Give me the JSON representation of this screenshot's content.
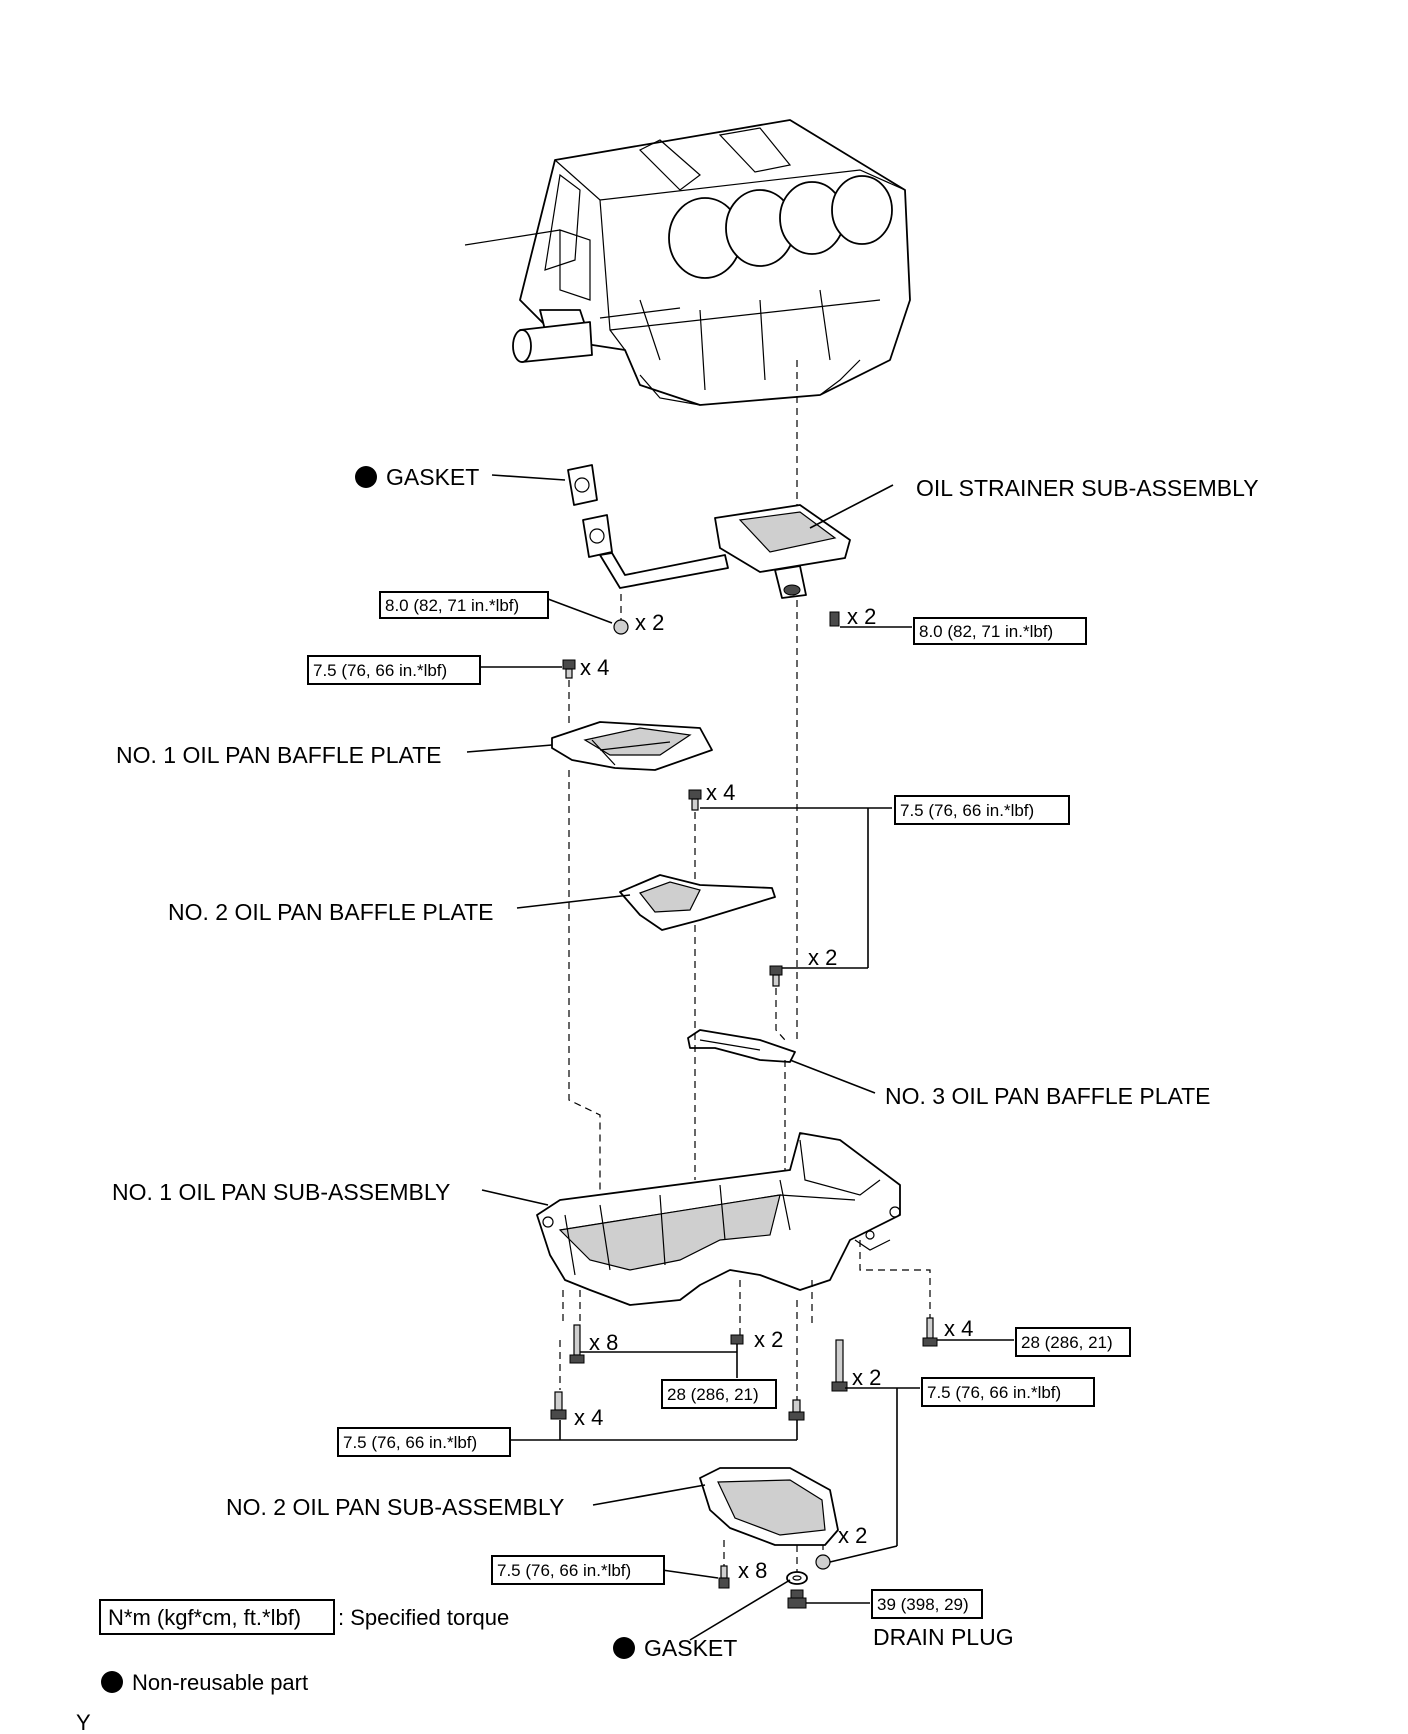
{
  "labels": {
    "gasket_top": "GASKET",
    "oil_strainer": "OIL STRAINER SUB-ASSEMBLY",
    "baffle1": "NO. 1 OIL PAN BAFFLE PLATE",
    "baffle2": "NO. 2 OIL PAN BAFFLE PLATE",
    "baffle3": "NO. 3 OIL PAN BAFFLE PLATE",
    "oil_pan1": "NO. 1 OIL PAN SUB-ASSEMBLY",
    "oil_pan2": "NO. 2 OIL PAN SUB-ASSEMBLY",
    "gasket_bottom": "GASKET",
    "drain_plug": "DRAIN PLUG"
  },
  "torques": {
    "t1": "8.0 (82, 71 in.*lbf)",
    "t2": "8.0 (82, 71 in.*lbf)",
    "t3": "7.5 (76, 66 in.*lbf)",
    "t4": "7.5 (76, 66 in.*lbf)",
    "t5": "28 (286, 21)",
    "t6": "28 (286, 21)",
    "t7": "7.5 (76, 66 in.*lbf)",
    "t8": "7.5 (76, 66 in.*lbf)",
    "t9": "7.5 (76, 66 in.*lbf)",
    "t10": "39 (398, 29)"
  },
  "counts": {
    "c1": "x 2",
    "c2": "x 2",
    "c3": "x 4",
    "c4": "x 4",
    "c5": "x 2",
    "c6": "x 8",
    "c7": "x 2",
    "c8": "x 4",
    "c9": "x 2",
    "c10": "x 4",
    "c11": "x 2",
    "c12": "x 8"
  },
  "legend": {
    "torque_box": "N*m (kgf*cm, ft.*lbf)",
    "torque_text": ": Specified torque",
    "nonreusable": "Non-reusable part"
  },
  "corner_mark": "Y"
}
